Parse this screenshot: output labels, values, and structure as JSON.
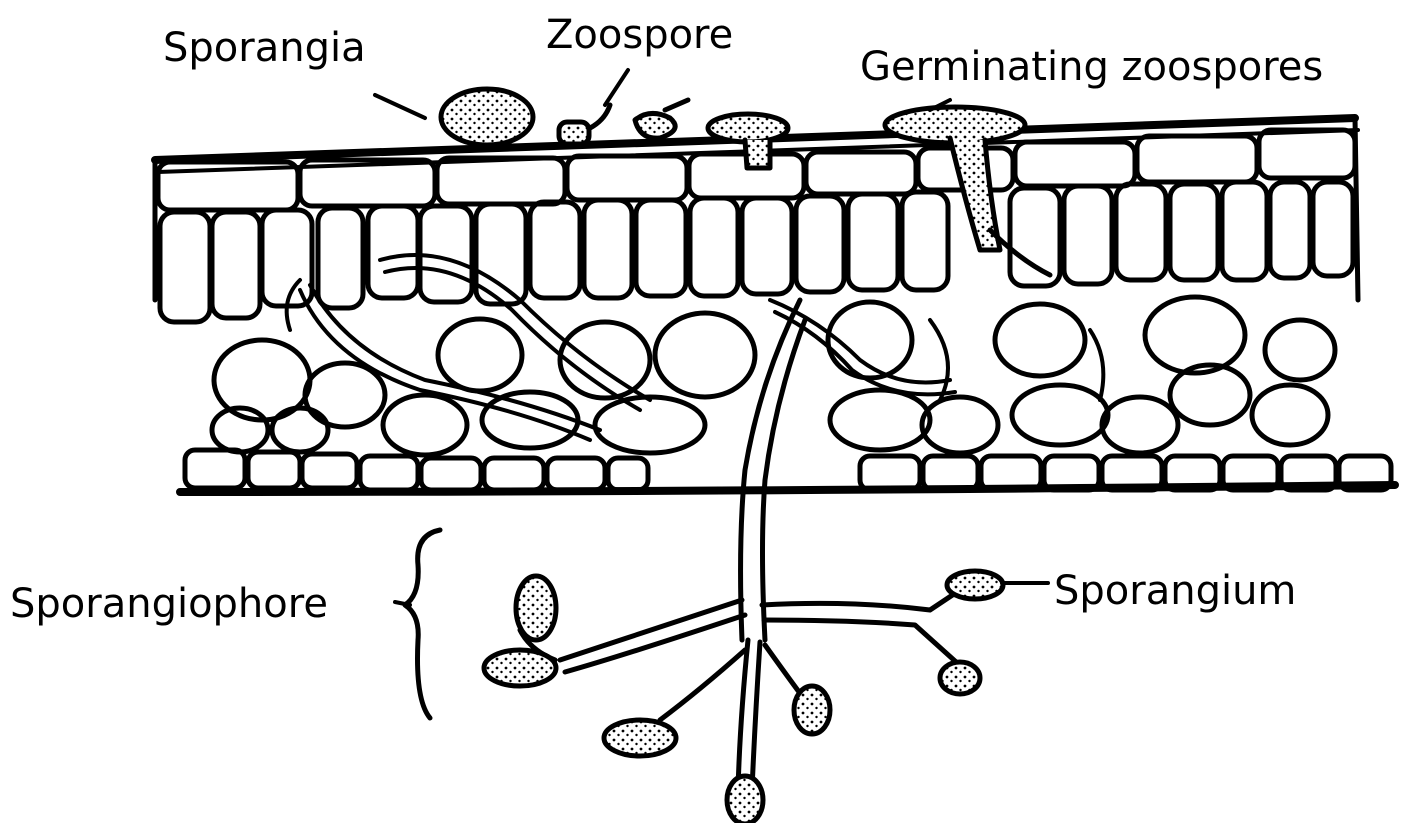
{
  "labels": {
    "sporangia": "Sporangia",
    "zoospore": "Zoospore",
    "germinating_zoospores": "Germinating zoospores",
    "sporangiophore": "Sporangiophore",
    "sporangium": "Sporangium"
  },
  "colors": {
    "ink": "#000000",
    "paper": "#ffffff"
  }
}
